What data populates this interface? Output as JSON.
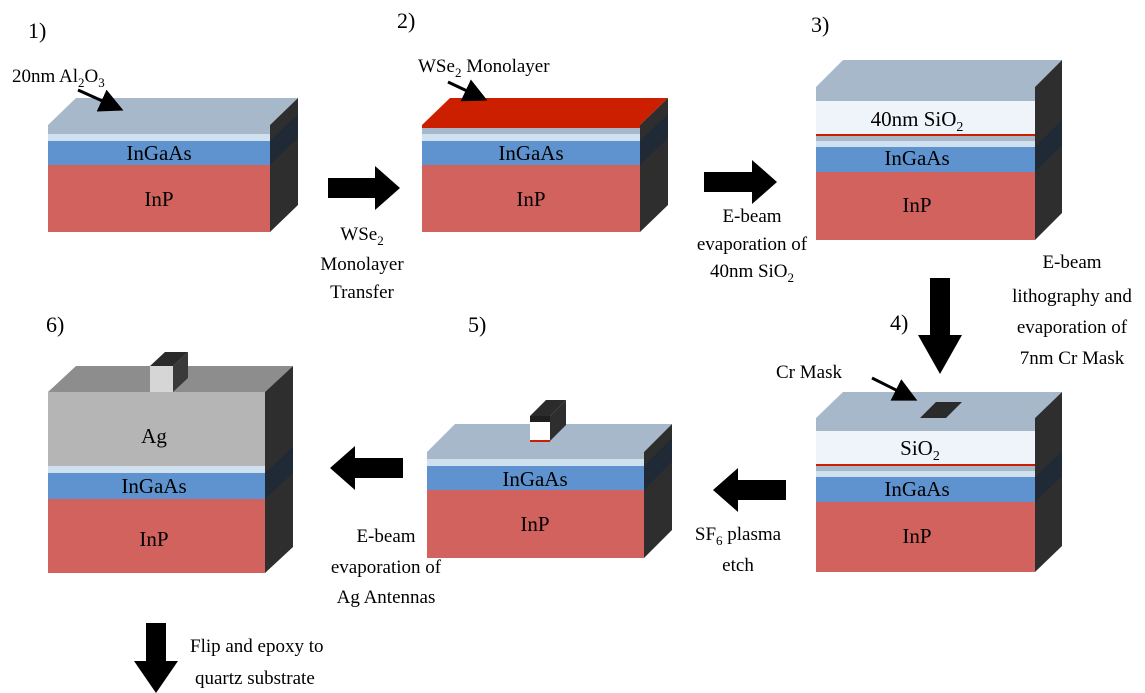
{
  "steps": {
    "s1": "1)",
    "s2": "2)",
    "s3": "3)",
    "s4": "4)",
    "s5": "5)",
    "s6": "6)"
  },
  "layers": {
    "inp": "InP",
    "ingaas": "InGaAs",
    "sio2_40": "40nm SiO",
    "sio2": "SiO",
    "sub2": "2",
    "ag": "Ag"
  },
  "annotations": {
    "al2o3_a": "20nm Al",
    "al2o3_sub1": "2",
    "al2o3_b": "O",
    "al2o3_sub2": "3",
    "wse2_a": "WSe",
    "wse2_sub": "2",
    "wse2_b": " Monolayer",
    "cr_mask": "Cr Mask"
  },
  "captions": {
    "transfer": {
      "l1a": "WSe",
      "l1sub": "2",
      "l2": "Monolayer",
      "l3": "Transfer"
    },
    "evap_sio2": {
      "l1": "E-beam",
      "l2": "evaporation of",
      "l3a": "40nm SiO",
      "l3sub": "2"
    },
    "litho": {
      "l1": "E-beam",
      "l2": "lithography and",
      "l3": "evaporation of",
      "l4": "7nm Cr Mask"
    },
    "etch": {
      "l1a": "SF",
      "l1sub": "6",
      "l1b": " plasma",
      "l2": "etch"
    },
    "evap_ag": {
      "l1": "E-beam",
      "l2": "evaporation of",
      "l3": "Ag Antennas"
    },
    "flip": {
      "l1": "Flip and epoxy to",
      "l2": "quartz substrate"
    }
  },
  "colors": {
    "inp": "#d2625e",
    "ingaas": "#5e93cf",
    "al2o3": "#a8b8cb",
    "thin_light": "#cfe0ee",
    "wse2": "#cc1f00",
    "sio2": "#eef4fa",
    "ag": "#b5b5b5",
    "side": "#2e2e2e",
    "arrow": "#000000"
  }
}
